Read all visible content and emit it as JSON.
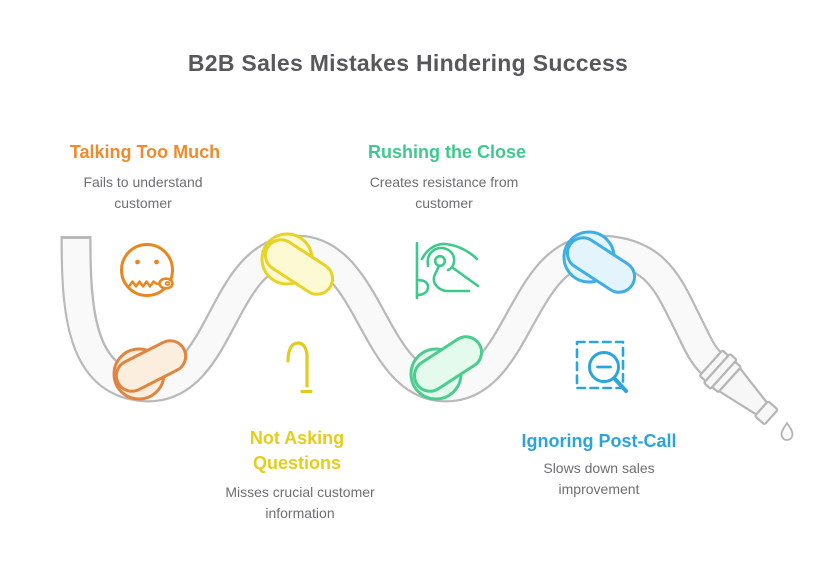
{
  "title": "B2B Sales Mistakes Hindering Success",
  "mistakes": [
    {
      "id": "talking-too-much",
      "label": "Talking Too Much",
      "description": "Fails to understand customer",
      "color": "#ED8B2D",
      "knot_fill": "#FCEEDF",
      "knot_stroke": "#E08440",
      "icon": "zipped-mouth-face-icon"
    },
    {
      "id": "rushing-the-close",
      "label": "Rushing the Close",
      "description": "Creates resistance from customer",
      "color": "#3EC98F",
      "knot_fill": "#E3FAEC",
      "knot_stroke": "#4ACD8E",
      "icon": "hand-to-ear-listening-icon"
    },
    {
      "id": "not-asking-questions",
      "label": "Not Asking Questions",
      "description": "Misses crucial customer information",
      "color": "#E5CE16",
      "knot_fill": "#FDF9D3",
      "knot_stroke": "#E8D226",
      "icon": "question-hook-icon"
    },
    {
      "id": "ignoring-post-call",
      "label": "Ignoring Post-Call",
      "description": "Slows down sales improvement",
      "color": "#2BA4DC",
      "knot_fill": "#E4F4FC",
      "knot_stroke": "#3FAEE2",
      "icon": "zoom-out-selection-icon"
    }
  ],
  "graphic": {
    "hose_fill": "#F9F9F9",
    "hose_stroke": "#B9B9B9",
    "title_color": "#57585A",
    "description_color": "#6E6F72",
    "end_elements": [
      "nozzle",
      "water-droplet"
    ]
  }
}
